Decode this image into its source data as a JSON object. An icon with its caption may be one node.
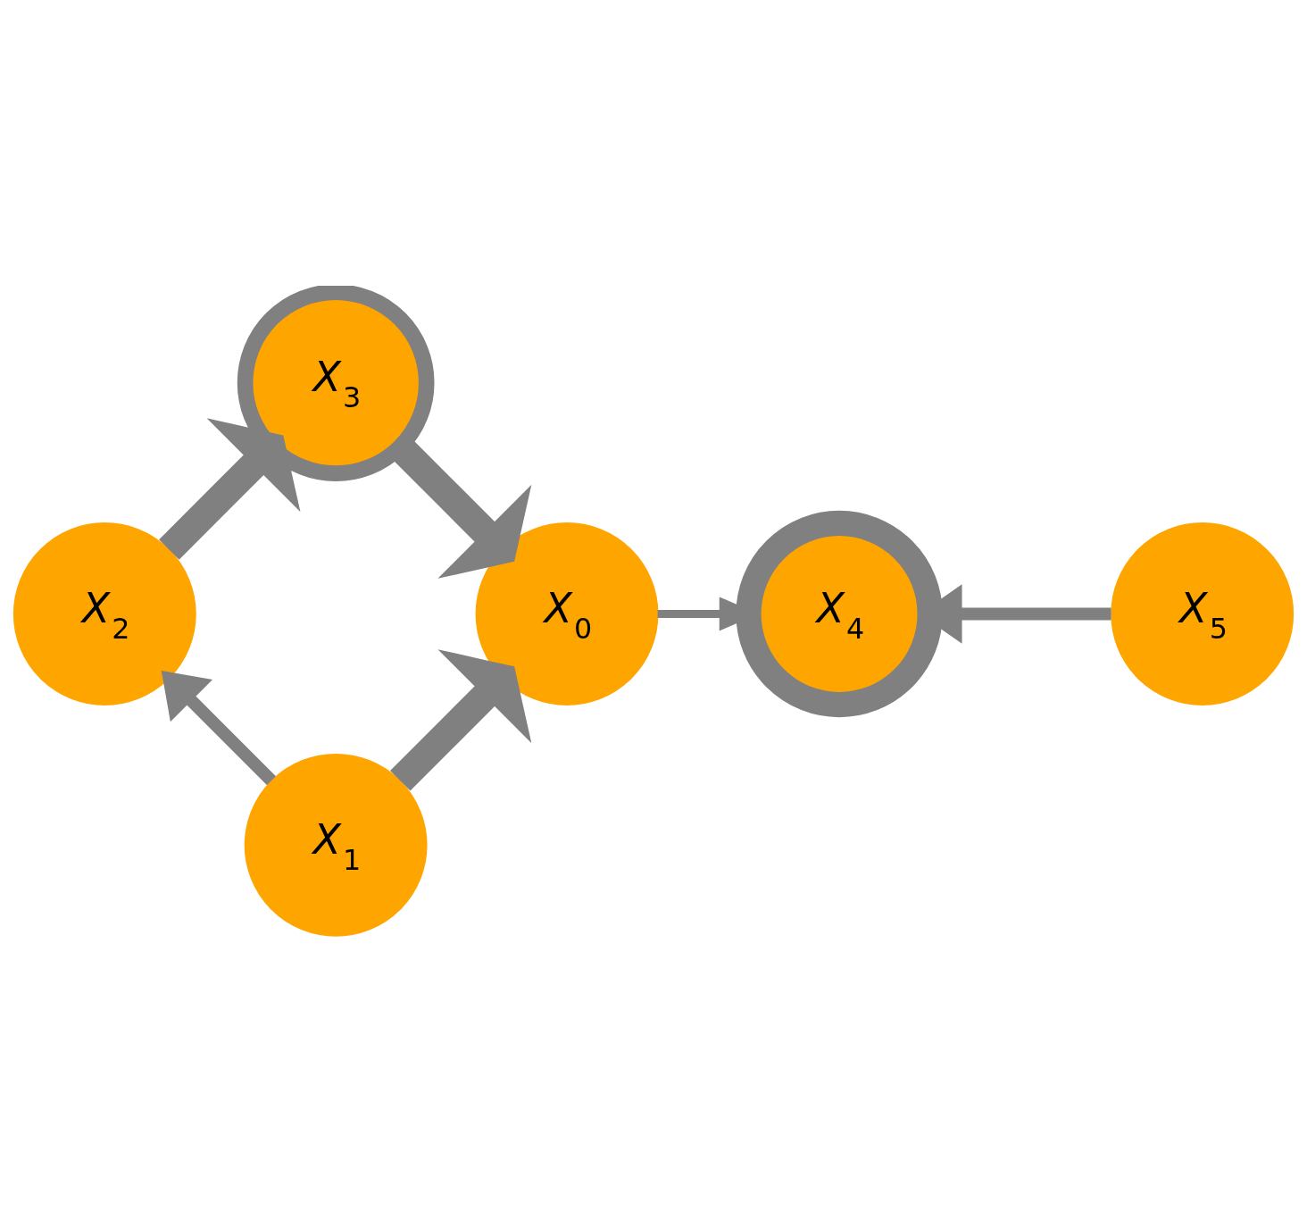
{
  "diagram": {
    "nodes": [
      {
        "text": [
          "*X*$_{1}$"
        ]
      },
      {
        "text": [
          "*X*$_{2}$"
        ]
      },
      {
        "text": [
          "*X*$_{0}$"
        ]
      },
      {
        "text": [
          "*X*$_{3}$"
        ]
      },
      {
        "text": [
          "*X*$_{5}$"
        ]
      },
      {
        "text": [
          "*X*$_{4}$"
        ]
      }
    ],
    "edges": [
      {
        "from": 0,
        "to": 1,
        "arrow": "to"
      },
      {
        "from": 0,
        "to": 2,
        "arrow": "to",
        "style": "thick"
      },
      {
        "from": 1,
        "to": 3,
        "arrow": "to",
        "style": "thick"
      },
      {
        "from": 3,
        "to": 2,
        "arrow": "to",
        "style": "thick"
      },
      {
        "from": 2,
        "to": 5,
        "arrow": "to"
      },
      {
        "from": 4,
        "to": 5,
        "arrow": "to"
      }
    ]
  }
}
